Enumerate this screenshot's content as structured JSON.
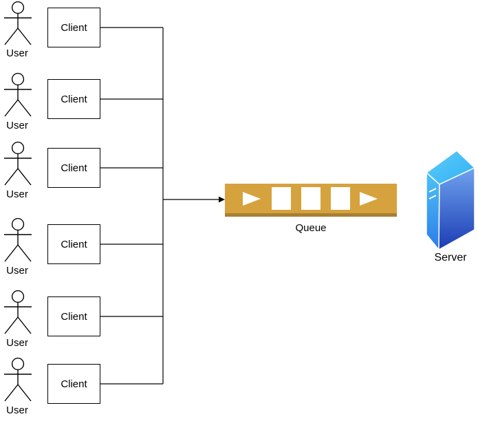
{
  "users": [
    {
      "label": "User"
    },
    {
      "label": "User"
    },
    {
      "label": "User"
    },
    {
      "label": "User"
    },
    {
      "label": "User"
    },
    {
      "label": "User"
    }
  ],
  "clients": [
    {
      "label": "Client"
    },
    {
      "label": "Client"
    },
    {
      "label": "Client"
    },
    {
      "label": "Client"
    },
    {
      "label": "Client"
    },
    {
      "label": "Client"
    }
  ],
  "queue": {
    "label": "Queue"
  },
  "server": {
    "label": "Server"
  },
  "colors": {
    "stroke": "#000000",
    "node_fill": "#ffffff",
    "queue_fill": "#d6a23e",
    "queue_shadow": "#a87f33",
    "queue_symbol": "#ffffff",
    "server_top_light": "#5ecdf9",
    "server_top_dark": "#2fb0f4",
    "server_left_light": "#4ec2f7",
    "server_left_dark": "#2c7ce8",
    "server_right_light": "#6fa3ef",
    "server_right_dark": "#1c3cb4",
    "server_edge": "#ffffff"
  }
}
